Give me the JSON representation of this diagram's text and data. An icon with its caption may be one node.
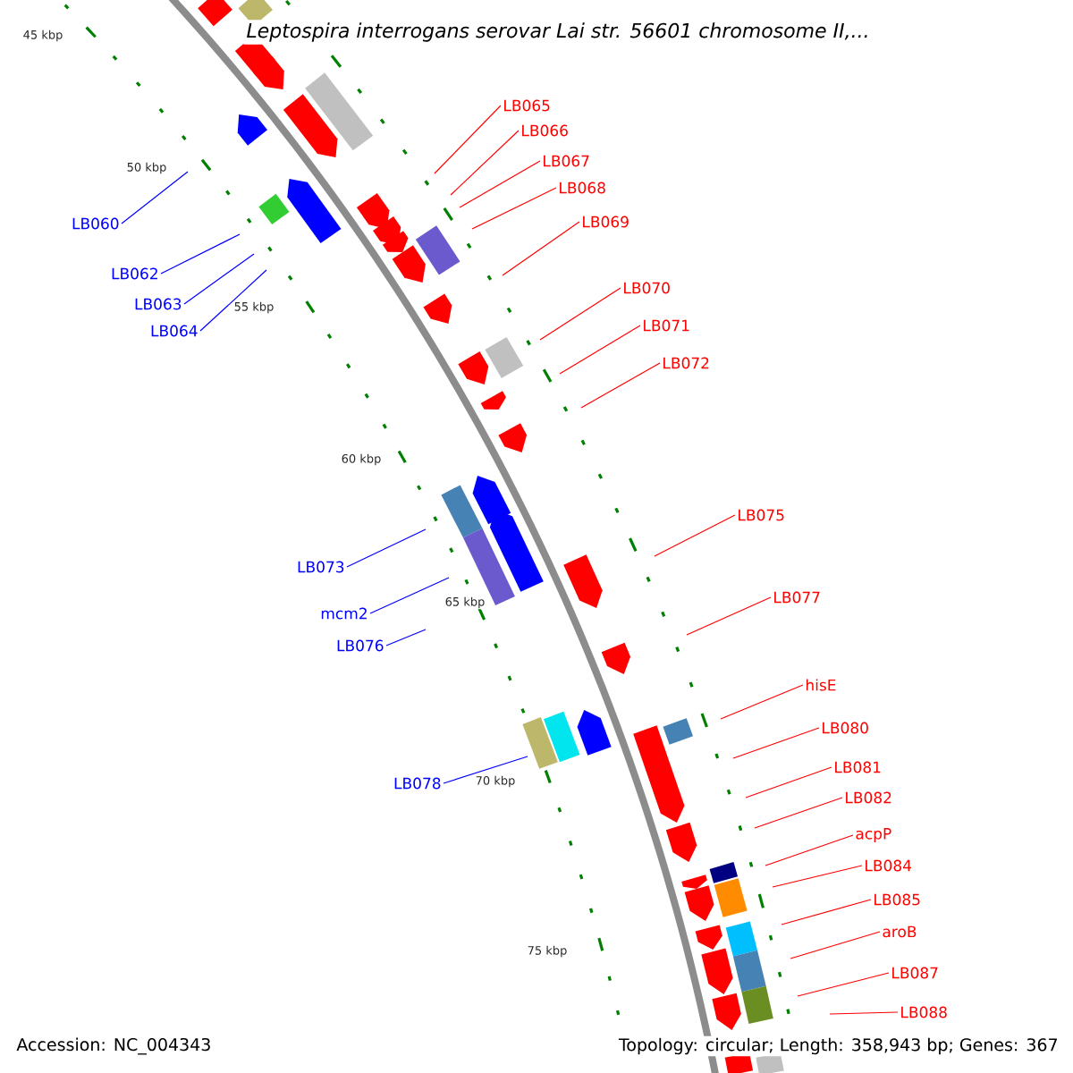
{
  "diagram": {
    "title": "*Leptospira interrogans* serovar Lai str. 56601 chromosome II,...",
    "nodes": [
      {
        "text": [
          "LB065"
        ]
      },
      {
        "text": [
          "LB066"
        ]
      },
      {
        "text": [
          "LB067"
        ]
      },
      {
        "text": [
          "LB068"
        ]
      },
      {
        "text": [
          "LB069"
        ]
      },
      {
        "text": [
          "LB060"
        ]
      },
      {
        "text": [
          "LB062"
        ]
      },
      {
        "text": [
          "LB070"
        ]
      },
      {
        "text": [
          "LB063"
        ]
      },
      {
        "text": [
          "LB071"
        ]
      },
      {
        "text": [
          "LB064"
        ]
      },
      {
        "text": [
          "LB072"
        ]
      },
      {
        "text": [
          "LB075"
        ]
      },
      {
        "text": [
          "LB073"
        ]
      },
      {
        "text": [
          "LB077"
        ]
      },
      {
        "text": [
          "mcm2"
        ]
      },
      {
        "text": [
          "LB076"
        ]
      },
      {
        "text": [
          "hisE"
        ]
      },
      {
        "text": [
          "LB080"
        ]
      },
      {
        "text": [
          "LB081"
        ]
      },
      {
        "text": [
          "LB078"
        ]
      },
      {
        "text": [
          "LB082"
        ]
      },
      {
        "text": [
          "acpP"
        ]
      },
      {
        "text": [
          "LB084"
        ]
      },
      {
        "text": [
          "LB085"
        ]
      },
      {
        "text": [
          "aroB"
        ]
      },
      {
        "text": [
          "LB087"
        ]
      },
      {
        "text": [
          "LB088"
        ]
      }
    ],
    "edges": [
      {
        "from": 0,
        "to": null,
        "arrow": "none"
      },
      {
        "from": 1,
        "to": null,
        "arrow": "none"
      },
      {
        "from": 2,
        "to": null,
        "arrow": "none"
      },
      {
        "from": 3,
        "to": null,
        "arrow": "none"
      },
      {
        "from": 4,
        "to": null,
        "arrow": "none"
      },
      {
        "from": 5,
        "to": null,
        "arrow": "none",
        "color": "#0000ff"
      },
      {
        "from": 6,
        "to": null,
        "arrow": "none",
        "color": "#0000ff"
      },
      {
        "from": 7,
        "to": null,
        "arrow": "none"
      },
      {
        "from": 8,
        "to": null,
        "arrow": "none",
        "color": "#0000ff"
      },
      {
        "from": 9,
        "to": null,
        "arrow": "none"
      },
      {
        "from": 10,
        "to": null,
        "arrow": "none",
        "color": "#0000ff"
      },
      {
        "from": 11,
        "to": null,
        "arrow": "none"
      },
      {
        "from": 12,
        "to": null,
        "arrow": "none"
      },
      {
        "from": 13,
        "to": null,
        "arrow": "none",
        "color": "#0000ff"
      },
      {
        "from": 14,
        "to": null,
        "arrow": "none"
      },
      {
        "from": 15,
        "to": null,
        "arrow": "none",
        "color": "#0000ff"
      },
      {
        "from": 16,
        "to": null,
        "arrow": "none",
        "color": "#0000ff"
      },
      {
        "from": 17,
        "to": null,
        "arrow": "none"
      },
      {
        "from": 18,
        "to": null,
        "arrow": "none"
      },
      {
        "from": 19,
        "to": null,
        "arrow": "none"
      },
      {
        "from": 20,
        "to": null,
        "arrow": "none",
        "color": "#0000ff"
      },
      {
        "from": 21,
        "to": null,
        "arrow": "none"
      },
      {
        "from": 22,
        "to": null,
        "arrow": "none"
      },
      {
        "from": 23,
        "to": null,
        "arrow": "none"
      },
      {
        "from": 24,
        "to": null,
        "arrow": "none"
      },
      {
        "from": 25,
        "to": null,
        "arrow": "none"
      },
      {
        "from": 26,
        "to": null,
        "arrow": "none"
      },
      {
        "from": 27,
        "to": null,
        "arrow": "none"
      }
    ],
    "labels": [
      "45 kbp",
      "50 kbp",
      "55 kbp",
      "60 kbp",
      "65 kbp",
      "70 kbp",
      "75 kbp",
      "Accession: NC_004343",
      "Topology: circular; Length: 358,943 bp; Genes: 367"
    ]
  }
}
